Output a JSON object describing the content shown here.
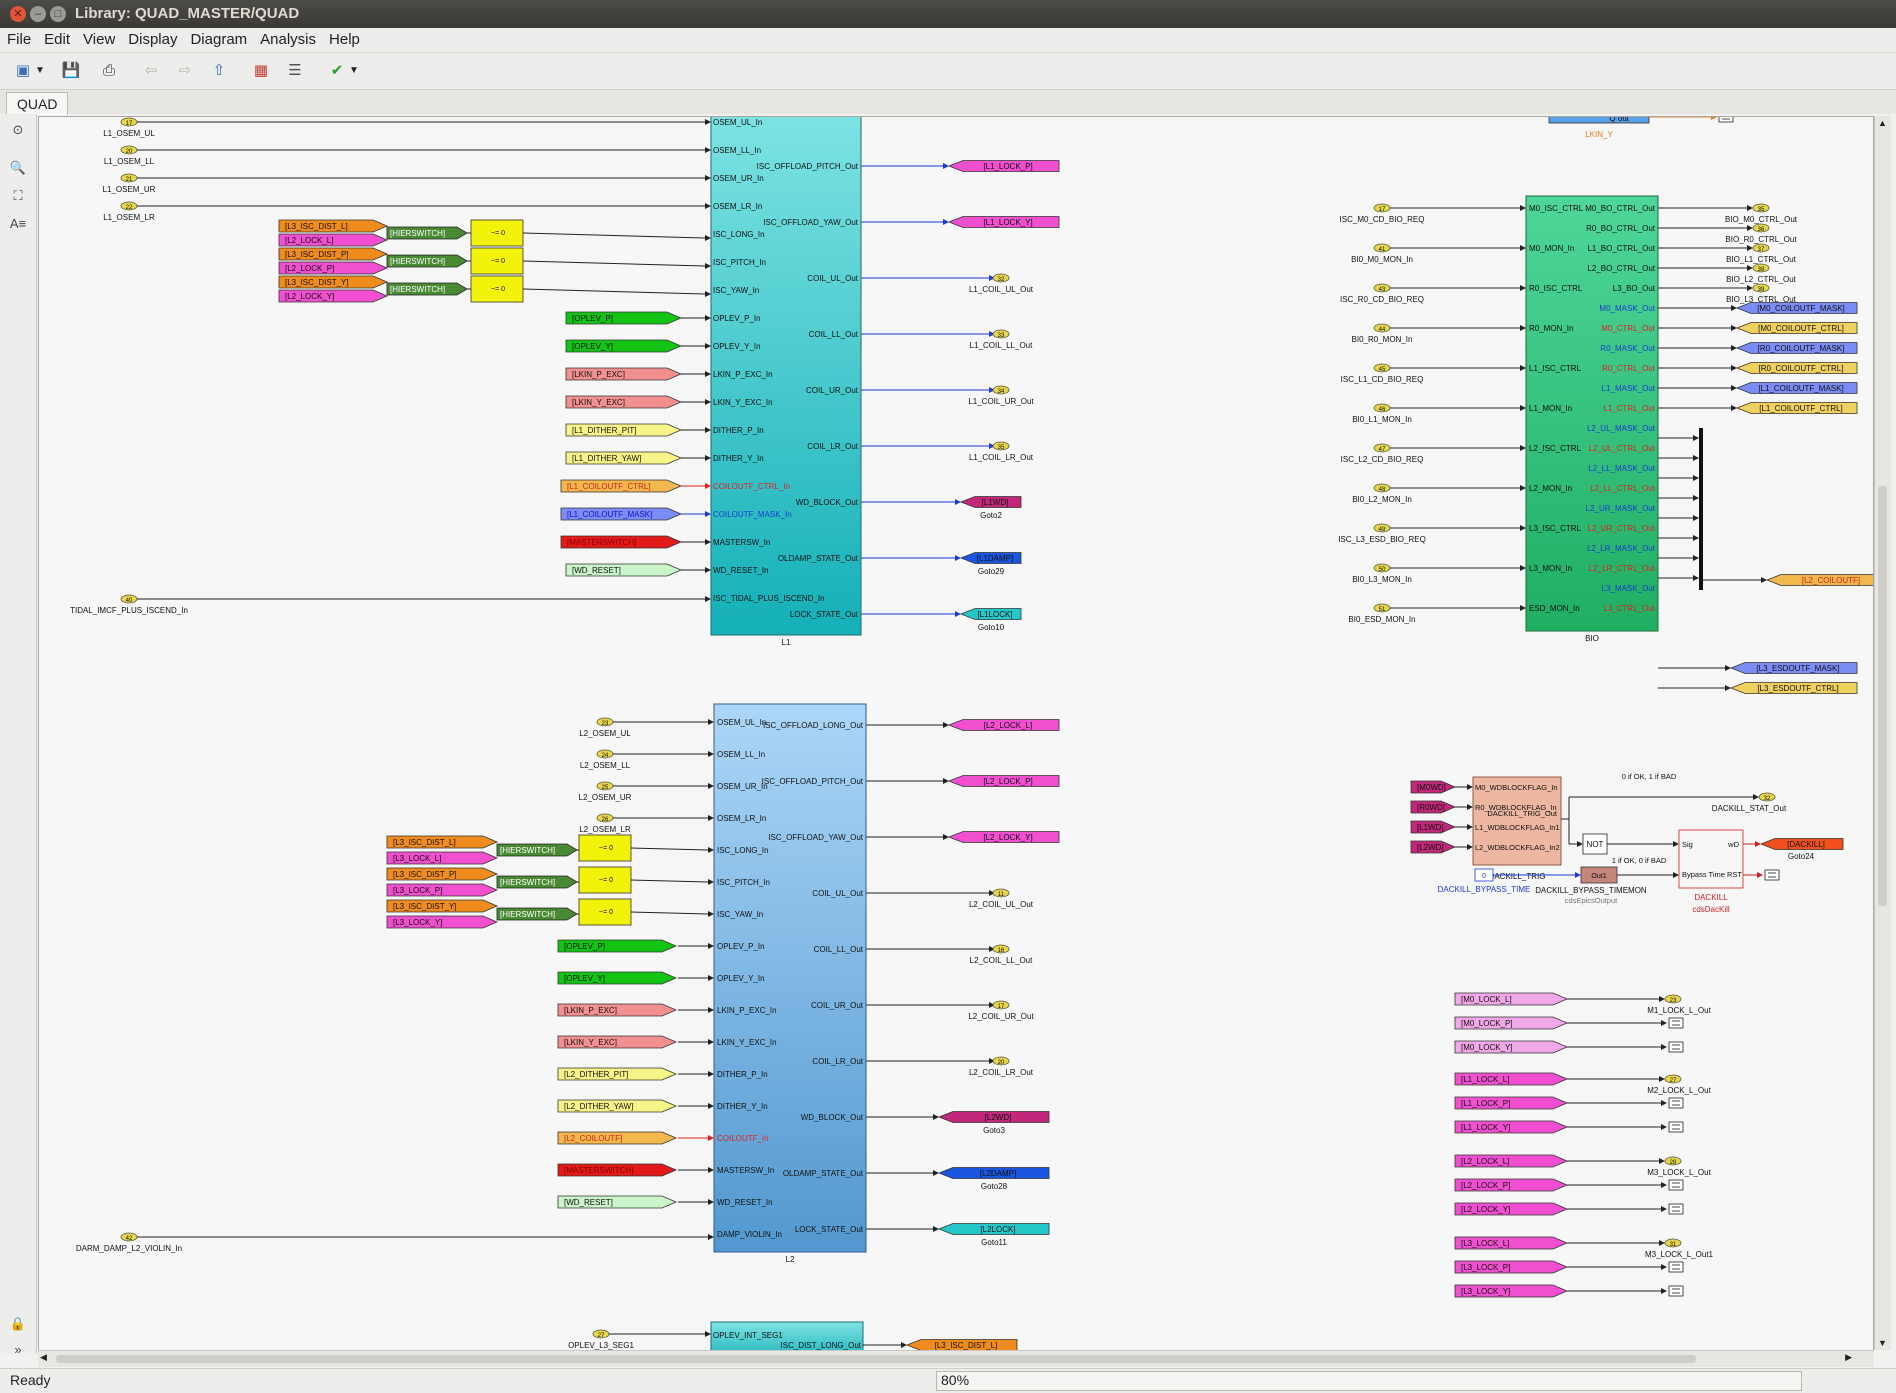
{
  "window": {
    "title": "Library: QUAD_MASTER/QUAD"
  },
  "menu": [
    "File",
    "Edit",
    "View",
    "Display",
    "Diagram",
    "Analysis",
    "Help"
  ],
  "tab": "QUAD",
  "status": {
    "text": "Ready",
    "zoom": "80%"
  },
  "blocks": {
    "L1": {
      "name": "L1",
      "inputs": [
        "OSEM_UL_In",
        "OSEM_LL_In",
        "OSEM_UR_In",
        "OSEM_LR_In",
        "ISC_LONG_In",
        "ISC_PITCH_In",
        "ISC_YAW_In",
        "OPLEV_P_In",
        "OPLEV_Y_In",
        "LKIN_P_EXC_In",
        "LKIN_Y_EXC_In",
        "DITHER_P_In",
        "DITHER_Y_In",
        "COILOUTF_CTRL_In",
        "COILOUTF_MASK_In",
        "MASTERSW_In",
        "WD_RESET_In",
        "ISC_TIDAL_PLUS_ISCEND_In"
      ],
      "outputs": [
        "ISC_OFFLOAD_PITCH_Out",
        "ISC_OFFLOAD_YAW_Out",
        "COIL_UL_Out",
        "COIL_LL_Out",
        "COIL_UR_Out",
        "COIL_LR_Out",
        "WD_BLOCK_Out",
        "OLDAMP_STATE_Out",
        "LOCK_STATE_Out"
      ]
    },
    "L2": {
      "name": "L2",
      "inputs": [
        "OSEM_UL_In",
        "OSEM_LL_In",
        "OSEM_UR_In",
        "OSEM_LR_In",
        "ISC_LONG_In",
        "ISC_PITCH_In",
        "ISC_YAW_In",
        "OPLEV_P_In",
        "OPLEV_Y_In",
        "LKIN_P_EXC_In",
        "LKIN_Y_EXC_In",
        "DITHER_P_In",
        "DITHER_Y_In",
        "COILOUTF_In",
        "MASTERSW_In",
        "WD_RESET_In",
        "DAMP_VIOLIN_In"
      ],
      "outputs": [
        "ISC_OFFLOAD_LONG_Out",
        "ISC_OFFLOAD_PITCH_Out",
        "ISC_OFFLOAD_YAW_Out",
        "COIL_UL_Out",
        "COIL_LL_Out",
        "COIL_UR_Out",
        "COIL_LR_Out",
        "WD_BLOCK_Out",
        "OLDAMP_STATE_Out",
        "LOCK_STATE_Out"
      ]
    },
    "BIO": {
      "name": "BIO",
      "inputs": [
        "M0_ISC_CTRL",
        "M0_MON_In",
        "R0_ISC_CTRL",
        "R0_MON_In",
        "L1_ISC_CTRL",
        "L1_MON_In",
        "L2_ISC_CTRL",
        "L2_MON_In",
        "L3_ISC_CTRL",
        "L3_MON_In",
        "ESD_MON_In"
      ],
      "outputs": [
        "M0_BO_CTRL_Out",
        "R0_BO_CTRL_Out",
        "L1_BO_CTRL_Out",
        "L2_BO_CTRL_Out",
        "L3_BO_Out",
        "M0_MASK_Out",
        "M0_CTRL_Out",
        "R0_MASK_Out",
        "R0_CTRL_Out",
        "L1_MASK_Out",
        "L1_CTRL_Out",
        "L2_UL_MASK_Out",
        "L2_UL_CTRL_Out",
        "L2_LL_MASK_Out",
        "L2_LL_CTRL_Out",
        "L2_UR_MASK_Out",
        "L2_UR_CTRL_Out",
        "L2_LR_MASK_Out",
        "L2_LR_CTRL_Out",
        "L3_MASK_Out",
        "L3_CTRL_Out"
      ]
    },
    "L3": {
      "inputs": [
        "OPLEV_INT_SEG1"
      ],
      "outputs": [
        "ISC_DIST_LONG_Out"
      ]
    }
  },
  "ports": {
    "l1_in": [
      {
        "num": "17",
        "label": "L1_OSEM_UL"
      },
      {
        "num": "20",
        "label": "L1_OSEM_LL"
      },
      {
        "num": "21",
        "label": "L1_OSEM_UR"
      },
      {
        "num": "22",
        "label": "L1_OSEM_LR"
      }
    ],
    "l1_tidal": {
      "num": "40",
      "label": "TIDAL_IMCF_PLUS_ISCEND_In"
    },
    "l1_out": [
      {
        "num": "32",
        "label": "L1_COIL_UL_Out"
      },
      {
        "num": "33",
        "label": "L1_COIL_LL_Out"
      },
      {
        "num": "34",
        "label": "L1_COIL_UR_Out"
      },
      {
        "num": "35",
        "label": "L1_COIL_LR_Out"
      }
    ],
    "l2_in": [
      {
        "num": "23",
        "label": "L2_OSEM_UL"
      },
      {
        "num": "24",
        "label": "L2_OSEM_LL"
      },
      {
        "num": "25",
        "label": "L2_OSEM_UR"
      },
      {
        "num": "26",
        "label": "L2_OSEM_LR"
      }
    ],
    "l2_violin": {
      "num": "42",
      "label": "DARM_DAMP_L2_VIOLIN_In"
    },
    "l2_out": [
      {
        "num": "11",
        "label": "L2_COIL_UL_Out"
      },
      {
        "num": "16",
        "label": "L2_COIL_LL_Out"
      },
      {
        "num": "17",
        "label": "L2_COIL_UR_Out"
      },
      {
        "num": "20",
        "label": "L2_COIL_LR_Out"
      }
    ],
    "l3_in": {
      "num": "27",
      "label": "OPLEV_L3_SEG1"
    },
    "bio_in": [
      {
        "num": "17",
        "label": "ISC_M0_CD_BIO_REQ"
      },
      {
        "num": "41",
        "label": "BI0_M0_MON_In"
      },
      {
        "num": "43",
        "label": "ISC_R0_CD_BIO_REQ"
      },
      {
        "num": "44",
        "label": "BI0_R0_MON_In"
      },
      {
        "num": "45",
        "label": "ISC_L1_CD_BIO_REQ"
      },
      {
        "num": "46",
        "label": "BI0_L1_MON_In"
      },
      {
        "num": "47",
        "label": "ISC_L2_CD_BIO_REQ"
      },
      {
        "num": "48",
        "label": "BI0_L2_MON_In"
      },
      {
        "num": "49",
        "label": "ISC_L3_ESD_BIO_REQ"
      },
      {
        "num": "50",
        "label": "BI0_L3_MON_In"
      },
      {
        "num": "51",
        "label": "BI0_ESD_MON_In"
      }
    ],
    "bio_out": [
      {
        "num": "35",
        "label": "BIO_M0_CTRL_Out"
      },
      {
        "num": "36",
        "label": "BIO_R0_CTRL_Out"
      },
      {
        "num": "37",
        "label": "BIO_L1_CTRL_Out"
      },
      {
        "num": "38",
        "label": "BIO_L2_CTRL_Out"
      },
      {
        "num": "39",
        "label": "BIO_L3_CTRL_Out"
      }
    ],
    "dackill_stat": {
      "num": "32",
      "label": "DACKILL_STAT_Out"
    },
    "lock_out": [
      {
        "num": "23",
        "label": "M1_LOCK_L_Out"
      },
      {
        "num": "27",
        "label": "M2_LOCK_L_Out"
      },
      {
        "num": "28",
        "label": "M3_LOCK_L_Out"
      },
      {
        "num": "31",
        "label": "M3_LOCK_L_Out1"
      }
    ]
  },
  "tags": {
    "l1_from": [
      {
        "text": "[OPLEV_P]",
        "color": "#14c414"
      },
      {
        "text": "[OPLEV_Y]",
        "color": "#14c414"
      },
      {
        "text": "[LKIN_P_EXC]",
        "color": "#f29090"
      },
      {
        "text": "[LKIN_Y_EXC]",
        "color": "#f29090"
      },
      {
        "text": "[L1_DITHER_PIT]",
        "color": "#f7f58a"
      },
      {
        "text": "[L1_DITHER_YAW]",
        "color": "#f7f58a"
      },
      {
        "text": "[L1_COILOUTF_CTRL]",
        "color": "#f2b84e",
        "fg": "#cc2222"
      },
      {
        "text": "[L1_COILOUTF_MASK]",
        "color": "#7c8cf5",
        "fg": "#1010cc"
      },
      {
        "text": "[MASTERSWITCH]",
        "color": "#e21a1a",
        "fg": "#8a0000"
      },
      {
        "text": "[WD_RESET]",
        "color": "#c9f5c9"
      }
    ],
    "l1_goto": [
      {
        "text": "[L1_LOCK_P]",
        "color": "#f04fd0",
        "label": ""
      },
      {
        "text": "[L1_LOCK_Y]",
        "color": "#f04fd0",
        "label": ""
      },
      {
        "text": "[L1WD]",
        "color": "#c2287a",
        "label": "Goto2"
      },
      {
        "text": "[L1DAMP]",
        "color": "#1b56e0",
        "label": "Goto29"
      },
      {
        "text": "[L1LOCK]",
        "color": "#25c8c8",
        "label": "Goto10"
      }
    ],
    "l2_from": [
      {
        "text": "[OPLEV_P]",
        "color": "#14c414"
      },
      {
        "text": "[OPLEV_Y]",
        "color": "#14c414"
      },
      {
        "text": "[LKIN_P_EXC]",
        "color": "#f29090"
      },
      {
        "text": "[LKIN_Y_EXC]",
        "color": "#f29090"
      },
      {
        "text": "[L2_DITHER_PIT]",
        "color": "#f7f58a"
      },
      {
        "text": "[L2_DITHER_YAW]",
        "color": "#f7f58a"
      },
      {
        "text": "[L2_COILOUTF]",
        "color": "#f2b84e",
        "fg": "#cc2222"
      },
      {
        "text": "[MASTERSWITCH]",
        "color": "#e21a1a",
        "fg": "#8a0000"
      },
      {
        "text": "[WD_RESET]",
        "color": "#c9f5c9"
      }
    ],
    "l2_goto": [
      {
        "text": "[L2_LOCK_L]",
        "color": "#f04fd0",
        "label": ""
      },
      {
        "text": "[L2_LOCK_P]",
        "color": "#f04fd0",
        "label": ""
      },
      {
        "text": "[L2_LOCK_Y]",
        "color": "#f04fd0",
        "label": ""
      },
      {
        "text": "[L2WD]",
        "color": "#c2287a",
        "label": "Goto3"
      },
      {
        "text": "[L2DAMP]",
        "color": "#1b56e0",
        "label": "Goto28"
      },
      {
        "text": "[L2LOCK]",
        "color": "#25c8c8",
        "label": "Goto11"
      }
    ],
    "l1_switch": [
      {
        "text": "[L3_ISC_DIST_L]",
        "color": "#f08c1e"
      },
      {
        "text": "[L2_LOCK_L]",
        "color": "#f04fd0"
      },
      {
        "text": "[L3_ISC_DIST_P]",
        "color": "#f08c1e"
      },
      {
        "text": "[L2_LOCK_P]",
        "color": "#f04fd0"
      },
      {
        "text": "[L3_ISC_DIST_Y]",
        "color": "#f08c1e"
      },
      {
        "text": "[L2_LOCK_Y]",
        "color": "#f04fd0"
      }
    ],
    "l2_switch": [
      {
        "text": "[L3_ISC_DIST_L]",
        "color": "#f08c1e"
      },
      {
        "text": "[L3_LOCK_L]",
        "color": "#f04fd0"
      },
      {
        "text": "[L3_ISC_DIST_P]",
        "color": "#f08c1e"
      },
      {
        "text": "[L3_LOCK_P]",
        "color": "#f04fd0"
      },
      {
        "text": "[L3_ISC_DIST_Y]",
        "color": "#f08c1e"
      },
      {
        "text": "[L3_LOCK_Y]",
        "color": "#f04fd0"
      }
    ],
    "hier": "[HIERSWITCH]",
    "bio_goto": [
      {
        "text": "[M0_COILOUTF_MASK]",
        "color": "#7c8cf5"
      },
      {
        "text": "[M0_COILOUTF_CTRL]",
        "color": "#f2d060"
      },
      {
        "text": "[R0_COILOUTF_MASK]",
        "color": "#7c8cf5"
      },
      {
        "text": "[R0_COILOUTF_CTRL]",
        "color": "#f2d060"
      },
      {
        "text": "[L1_COILOUTF_MASK]",
        "color": "#7c8cf5"
      },
      {
        "text": "[L1_COILOUTF_CTRL]",
        "color": "#f2d060"
      }
    ],
    "bio_l2coil": {
      "text": "[L2_COILOUTF]",
      "color": "#f2b84e",
      "fg": "#cc2222"
    },
    "bio_l3": [
      {
        "text": "[L3_ESDOUTF_MASK]",
        "color": "#7c8cf5"
      },
      {
        "text": "[L3_ESDOUTF_CTRL]",
        "color": "#f2d060"
      }
    ],
    "wd_from": [
      "[M0WD]",
      "[R0WD]",
      "[L1WD]",
      "[L2WD]"
    ],
    "lock_from": [
      [
        "[M0_LOCK_L]",
        "[M0_LOCK_P]",
        "[M0_LOCK_Y]"
      ],
      [
        "[L1_LOCK_L]",
        "[L1_LOCK_P]",
        "[L1_LOCK_Y]"
      ],
      [
        "[L2_LOCK_L]",
        "[L2_LOCK_P]",
        "[L2_LOCK_Y]"
      ],
      [
        "[L3_LOCK_L]",
        "[L3_LOCK_P]",
        "[L3_LOCK_Y]"
      ]
    ],
    "l3_goto": "[L3_ISC_DIST_L]",
    "top_from": {
      "text": "Q out",
      "label": "LKIN_Y"
    }
  },
  "dackill": {
    "trig_inputs": [
      "M0_WDBLOCKFLAG_In",
      "R0_WDBLOCKFLAG_In",
      "L1_WDBLOCKFLAG_In1",
      "L2_WDBLOCKFLAG_In2"
    ],
    "trig_output": "DACKILL_TRIG_Out",
    "trig_name": "DACKILL_TRIG",
    "note1": "0 if OK, 1 if BAD",
    "note2": "1 if OK, 0 if BAD",
    "not_label": "NOT",
    "const_value": "0",
    "const_label": "DACKILL_BYPASS_TIME",
    "epics_name": "DACKILL_BYPASS_TIMEMON",
    "epics_type": "cdsEpicsOutput",
    "epics_port": "Out1",
    "kill_in1": "Sig",
    "kill_in2": "Bypass Time",
    "kill_in3": "RST",
    "kill_out": "wD",
    "kill_name": "DACKILL",
    "kill_type": "cdsDacKill",
    "goto_text": "[DACKILL]",
    "goto_label": "Goto24"
  }
}
